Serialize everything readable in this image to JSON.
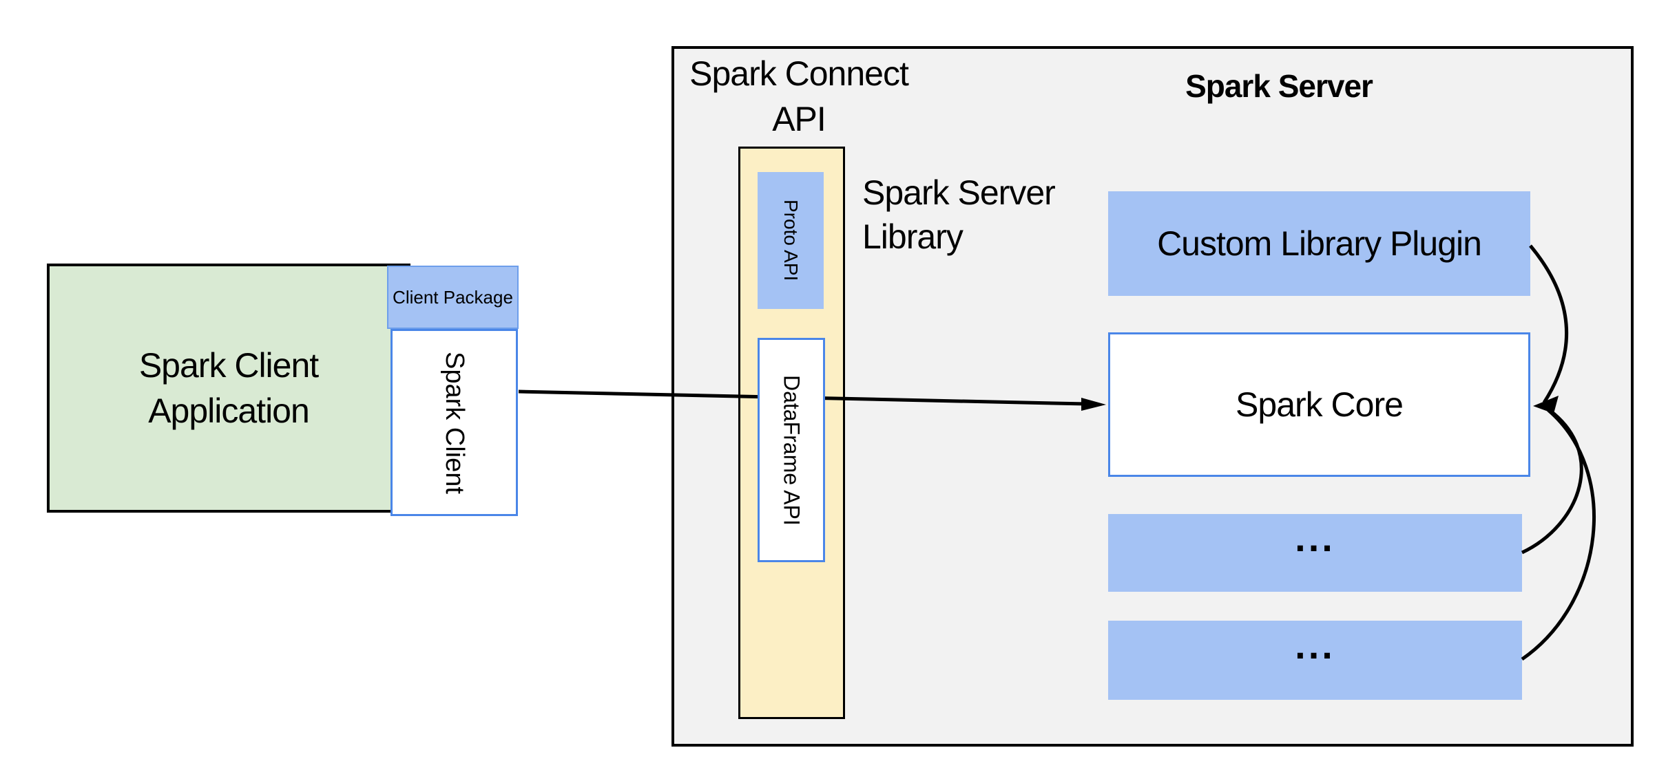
{
  "diagram": {
    "client": {
      "application_label": "Spark Client Application",
      "package_label": "Client Package",
      "spark_client_label": "Spark Client"
    },
    "connect_api": {
      "label": "Spark Connect API",
      "proto_api_label": "Proto API",
      "dataframe_api_label": "DataFrame API",
      "server_library_label": "Spark Server Library"
    },
    "server": {
      "title": "Spark Server",
      "plugin_label": "Custom Library Plugin",
      "core_label": "Spark Core",
      "more_label_1": "...",
      "more_label_2": "..."
    },
    "colors": {
      "container_fill": "#f2f2f2",
      "client_app_fill": "#d9ead3",
      "connect_api_fill": "#fcefc5",
      "accent_blue_fill": "#a4c2f4",
      "accent_blue_border": "#4a86e8",
      "line_black": "#000000"
    }
  }
}
